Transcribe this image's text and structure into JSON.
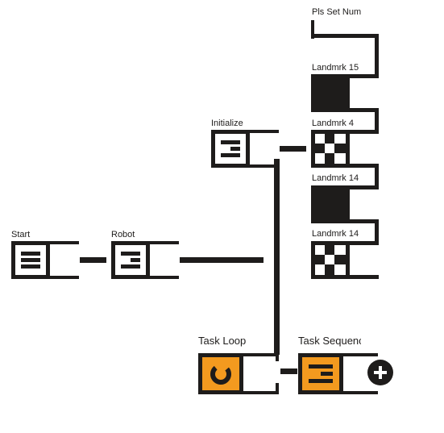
{
  "colors": {
    "ink": "#1e1c1b",
    "accent": "#f39a1f",
    "background": "#ffffff"
  },
  "nodes": {
    "start": {
      "label": "Start",
      "icon": "list-icon"
    },
    "robot": {
      "label": "Robot",
      "icon": "robot-block-icon"
    },
    "initialize": {
      "label": "Initialize",
      "icon": "robot-block-icon"
    },
    "task_loop": {
      "label": "Task Loop",
      "icon": "loop-icon"
    },
    "task_sequence": {
      "label": "Task Sequenc",
      "icon": "sequence-icon"
    },
    "pls_set_num": {
      "label": "Pls Set Num"
    },
    "landmark_15": {
      "label": "Landmrk 15",
      "icon": "marker-solid-icon"
    },
    "landmark_4": {
      "label": "Landmrk 4",
      "icon": "marker-pattern-icon"
    },
    "landmark_14a": {
      "label": "Landmrk 14",
      "icon": "marker-solid-icon"
    },
    "landmark_14b": {
      "label": "Landmrk 14",
      "icon": "marker-pattern-icon"
    }
  },
  "add_button_icon": "plus-icon"
}
